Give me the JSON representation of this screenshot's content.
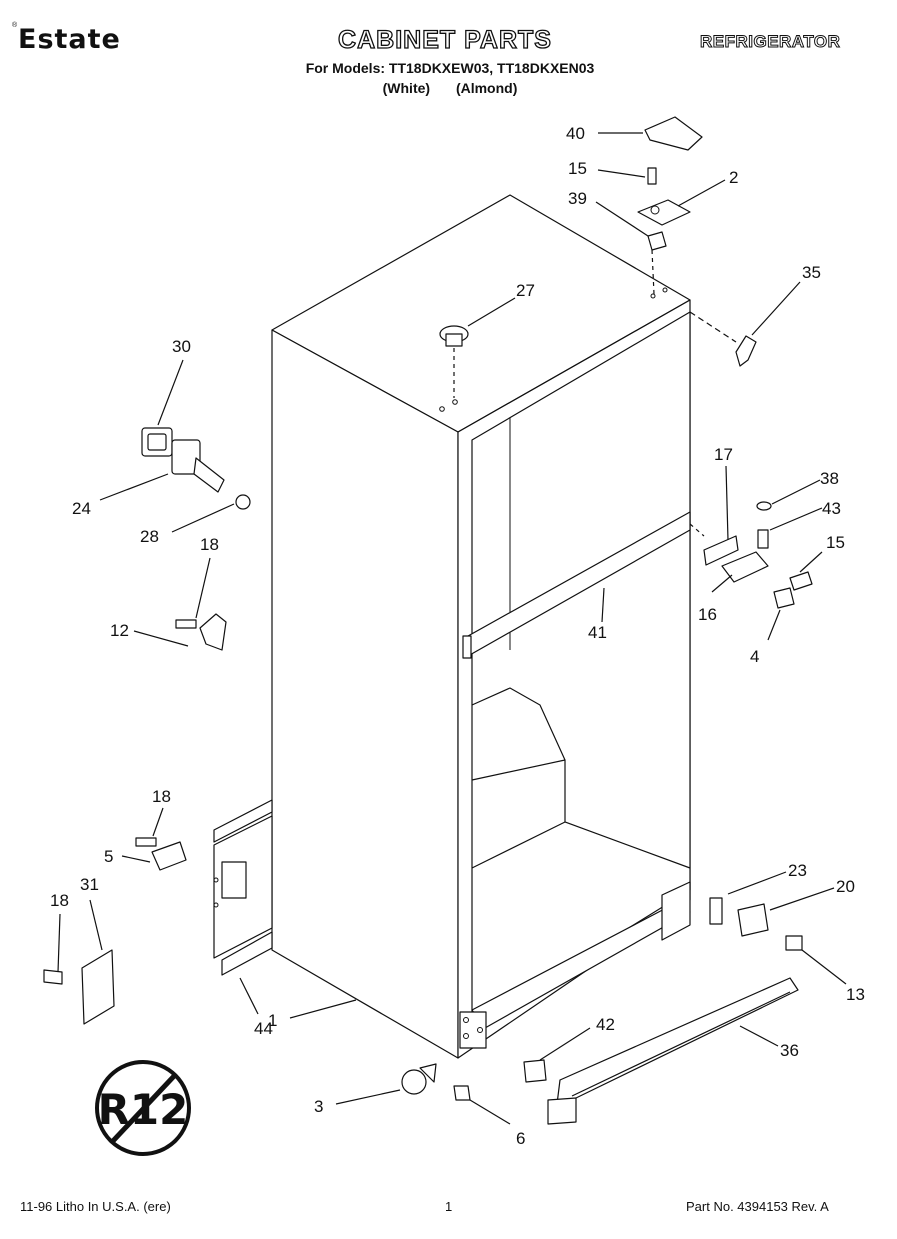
{
  "header": {
    "brand": "Estate",
    "brand_mark": "®",
    "title": "CABINET PARTS",
    "category": "REFRIGERATOR",
    "models_line": "For Models: TT18DKXEW03, TT18DKXEN03",
    "colors_line": "(White) (Almond)"
  },
  "callouts": [
    "40",
    "15",
    "2",
    "39",
    "35",
    "27",
    "30",
    "24",
    "28",
    "18",
    "12",
    "17",
    "38",
    "43",
    "15",
    "16",
    "41",
    "4",
    "18",
    "5",
    "18",
    "31",
    "23",
    "20",
    "13",
    "1",
    "44",
    "42",
    "36",
    "3",
    "6"
  ],
  "badge": {
    "text": "R12",
    "meaning": "no-r12-symbol"
  },
  "footer": {
    "left": "11-96 Litho In U.S.A. (ere)",
    "page": "1",
    "right": "Part No. 4394153 Rev. A"
  }
}
